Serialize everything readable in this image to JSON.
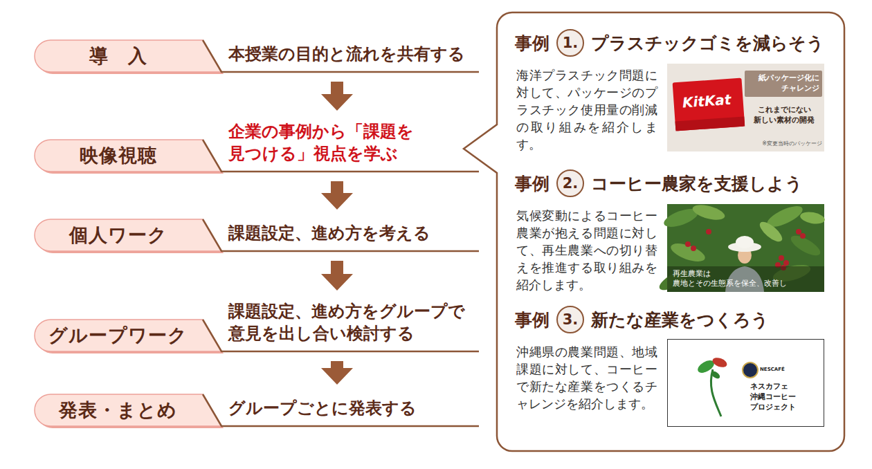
{
  "diagram": {
    "nodes": [
      {
        "text": [
          "導　入",
          "本授業の目的と流れを共有する"
        ]
      },
      {
        "text": [
          "映像視聴",
          "企業の事例から「課題を 見つける」視点を学ぶ"
        ]
      },
      {
        "text": [
          "個人ワーク",
          "課題設定、進め方を考える"
        ]
      },
      {
        "text": [
          "グループワーク",
          "課題設定、進め方をグループで 意見を出し合い検討する"
        ]
      },
      {
        "text": [
          "発表・まとめ",
          "グループごとに発表する"
        ]
      },
      {
        "text": []
      },
      {
        "text": [
          "事例",
          "1.",
          "プラスチックゴミを減らそう",
          "海洋プラスチック問題に対して、パッケージのプラスチック使用量の削減の取り組みを紹介します。"
        ],
        "in": 5
      },
      {
        "text": [
          "KitKat",
          "紙パッケージ化に チャレンジ",
          "これまでにない 新しい素材の開発",
          "※変更当時のパッケージ"
        ],
        "in": 6
      },
      {
        "text": [
          "事例",
          "2.",
          "コーヒー農家を支援しよう",
          "気候変動によるコーヒー農業が抱える問題に対して、再生農業への切り替えを推進する取り組みを紹介します。"
        ],
        "in": 5
      },
      {
        "text": [
          "再生農業は 農地とその生態系を保全、改善し"
        ],
        "in": 8
      },
      {
        "text": [
          "事例",
          "3.",
          "新たな産業をつくろう",
          "沖縄県の農業問題、地域課題に対して、コーヒーで新たな産業をつくるチャレンジを紹介します。"
        ],
        "in": 5
      },
      {
        "text": [
          "NESCAFÉ",
          "ネスカフェ 沖縄コーヒー プロジェクト"
        ],
        "in": 10
      }
    ],
    "edges": [
      {
        "from": 0,
        "to": 1,
        "arrow": "to"
      },
      {
        "from": 1,
        "to": 2,
        "arrow": "to"
      },
      {
        "from": 2,
        "to": 3,
        "arrow": "to"
      },
      {
        "from": 3,
        "to": 4,
        "arrow": "to"
      }
    ]
  }
}
